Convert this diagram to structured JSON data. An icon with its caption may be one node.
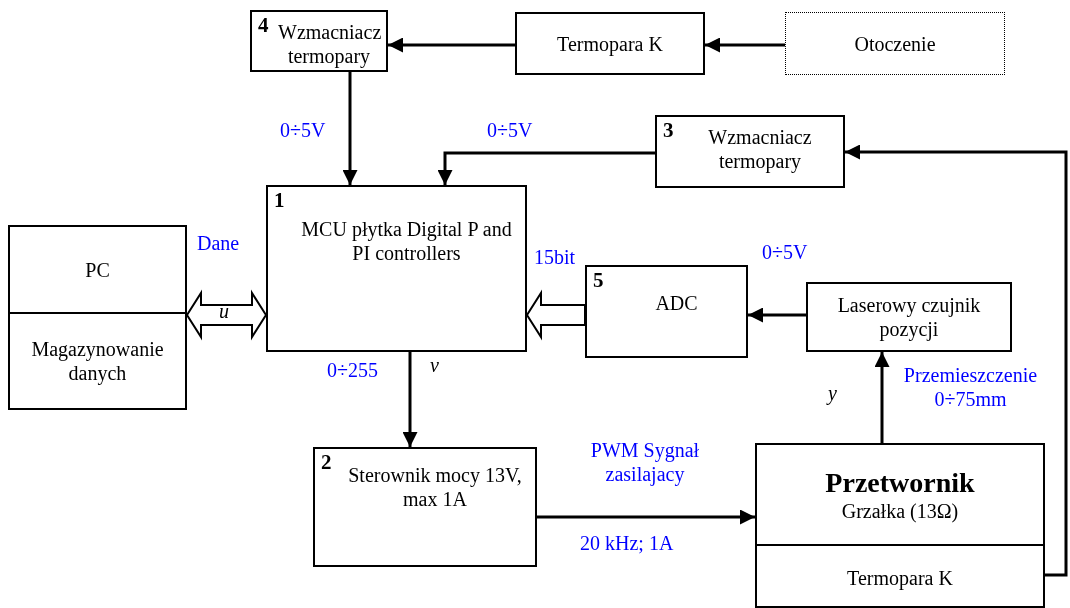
{
  "diagram": {
    "nodes": [
      {
        "text": [
          "4",
          "Wzmacniacz termopary"
        ]
      },
      {
        "text": [
          "Termopara K"
        ]
      },
      {
        "text": [
          "Otoczenie"
        ]
      },
      {
        "text": [
          "3",
          "Wzmacniacz termopary"
        ]
      },
      {
        "text": [
          "1",
          "MCU płytka Digital P and PI controllers"
        ]
      },
      {
        "text": [
          "PC",
          "Magazynowanie danych"
        ]
      },
      {
        "text": [
          "5",
          "ADC"
        ]
      },
      {
        "text": [
          "Laserowy czujnik pozycji"
        ]
      },
      {
        "text": [
          "2",
          "Sterownik mocy 13V, max 1A"
        ]
      },
      {
        "text": [
          "Przetwornik",
          "Grzałka (13Ω)",
          "Termopara K"
        ]
      }
    ],
    "edges": [
      {
        "from": 2,
        "to": 1,
        "arrow": "to"
      },
      {
        "from": 1,
        "to": 0,
        "arrow": "to"
      },
      {
        "from": 0,
        "to": 4,
        "arrow": "to"
      },
      {
        "from": 3,
        "to": 4,
        "arrow": "to"
      },
      {
        "from": 9,
        "to": 3,
        "arrow": "to"
      },
      {
        "from": 4,
        "to": 5,
        "arrow": "both",
        "style": "thick"
      },
      {
        "from": 6,
        "to": 4,
        "arrow": "to",
        "style": "thick"
      },
      {
        "from": 7,
        "to": 6,
        "arrow": "to"
      },
      {
        "from": 9,
        "to": 7,
        "arrow": "to"
      },
      {
        "from": 4,
        "to": 8,
        "arrow": "to"
      },
      {
        "from": 8,
        "to": 9,
        "arrow": "to"
      }
    ],
    "labels": [
      "0÷5V",
      "0÷5V",
      "Dane",
      "u",
      "15bit",
      "0÷5V",
      "0÷255",
      "v",
      "y",
      "Przemieszczenie 0÷75mm",
      "PWM Sygnał zasilajacy",
      "20 kHz; 1A"
    ]
  }
}
